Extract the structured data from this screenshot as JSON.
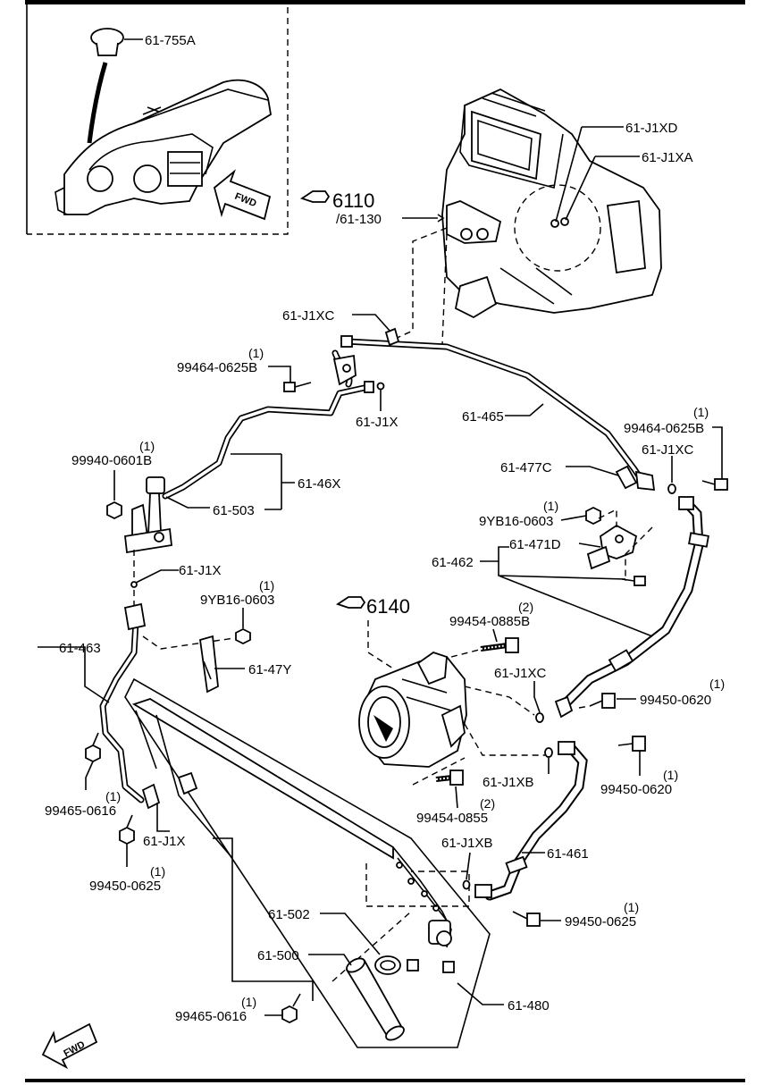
{
  "inset": {
    "part_label": "61-755A",
    "fwd_label": "FWD"
  },
  "groups": {
    "g6110": "6110",
    "g6110_sub": "/61-130",
    "g6140": "6140"
  },
  "callouts": {
    "c_j1xd": "61-J1XD",
    "c_j1xa": "61-J1XA",
    "c_j1xc_top": "61-J1XC",
    "c_0625b_left": "99464-0625B",
    "c_0625b_left_count": "(1)",
    "c_j1x_mid": "61-J1X",
    "c_465": "61-465",
    "c_0625b_right": "99464-0625B",
    "c_0625b_right_count": "(1)",
    "c_j1xc_right": "61-J1XC",
    "c_477c": "61-477C",
    "c_0601b": "99940-0601B",
    "c_0601b_count": "(1)",
    "c_46x": "61-46X",
    "c_503": "61-503",
    "c_yb16_right": "9YB16-0603",
    "c_yb16_right_count": "(1)",
    "c_471d": "61-471D",
    "c_462": "61-462",
    "c_j1x_left": "61-J1X",
    "c_yb16_left": "9YB16-0603",
    "c_yb16_left_count": "(1)",
    "c_0885b": "99454-0885B",
    "c_0885b_count": "(2)",
    "c_463": "61-463",
    "c_47y": "61-47Y",
    "c_j1xc_comp": "61-J1XC",
    "c_0620_a": "99450-0620",
    "c_0620_a_count": "(1)",
    "c_j1xb_a": "61-J1XB",
    "c_0620_b": "99450-0620",
    "c_0620_b_count": "(1)",
    "c_0616_left": "99465-0616",
    "c_0616_left_count": "(1)",
    "c_j1x_low": "61-J1X",
    "c_0855": "99454-0855",
    "c_0855_count": "(2)",
    "c_j1xb_b": "61-J1XB",
    "c_461": "61-461",
    "c_0625_left": "99450-0625",
    "c_0625_left_count": "(1)",
    "c_0625_right": "99450-0625",
    "c_0625_right_count": "(1)",
    "c_502": "61-502",
    "c_500": "61-500",
    "c_480": "61-480",
    "c_0616_bottom": "99465-0616",
    "c_0616_bottom_count": "(1)"
  },
  "fwd_bottom": "FWD"
}
